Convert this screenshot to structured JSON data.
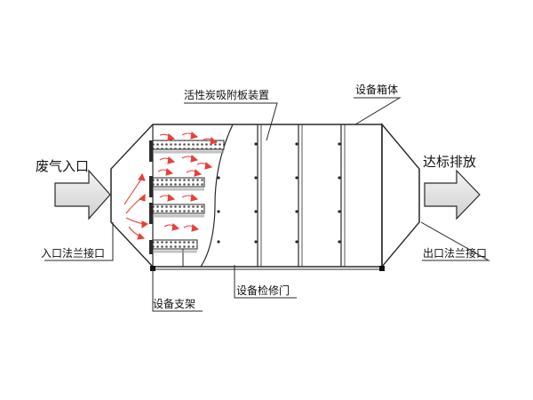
{
  "labels": {
    "inlet_text": "废气入口",
    "outlet_text": "达标排放",
    "carbon_device": "活性炭吸附板装置",
    "housing": "设备箱体",
    "inlet_flange": "入口法兰接口",
    "outlet_flange": "出口法兰接口",
    "support": "设备支架",
    "service_door": "设备检修门"
  },
  "colors": {
    "line": "#2a2a2a",
    "flow_arrow": "#e8403a",
    "housing_fill": "#ffffff",
    "shadow": "#d9d9d9"
  }
}
